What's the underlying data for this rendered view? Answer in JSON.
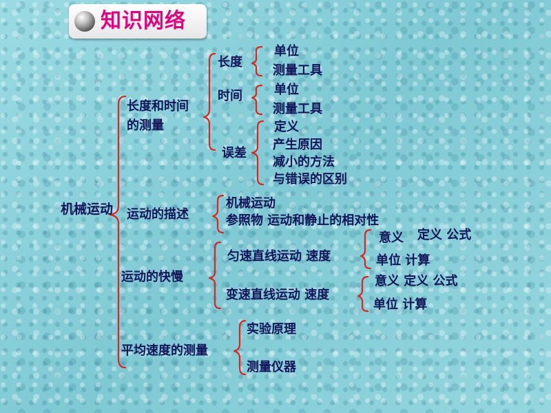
{
  "header": {
    "title": "知识网络"
  },
  "map": {
    "root": "机械运动",
    "measure": {
      "label_line1": "长度和时间",
      "label_line2": "的测量",
      "length": {
        "label": "长度",
        "unit": "单位",
        "tool": "测量工具"
      },
      "time": {
        "label": "时间",
        "unit": "单位",
        "tool": "测量工具"
      },
      "error": {
        "label": "误差",
        "items": [
          "定义",
          "产生原因",
          "减小的方法",
          "与错误的区别"
        ]
      }
    },
    "describe": {
      "label": "运动的描述",
      "item1": "机械运动",
      "item2": "参照物  运动和静止的相对性"
    },
    "speed": {
      "label": "运动的快慢",
      "uniform": {
        "label": "匀速直线运动 速度",
        "row1a": "意义",
        "row1b": "定义  公式",
        "row2": "单位  计算"
      },
      "variable": {
        "label": "变速直线运动 速度",
        "row1": "意义  定义  公式",
        "row2": "单位  计算"
      }
    },
    "average": {
      "label": "平均速度的测量",
      "item1": "实验原理",
      "item2": "测量仪器"
    }
  },
  "colors": {
    "title": "#e4007f",
    "text": "#14145a",
    "bracket": "#e0241b",
    "background": "#8fd3dc"
  }
}
